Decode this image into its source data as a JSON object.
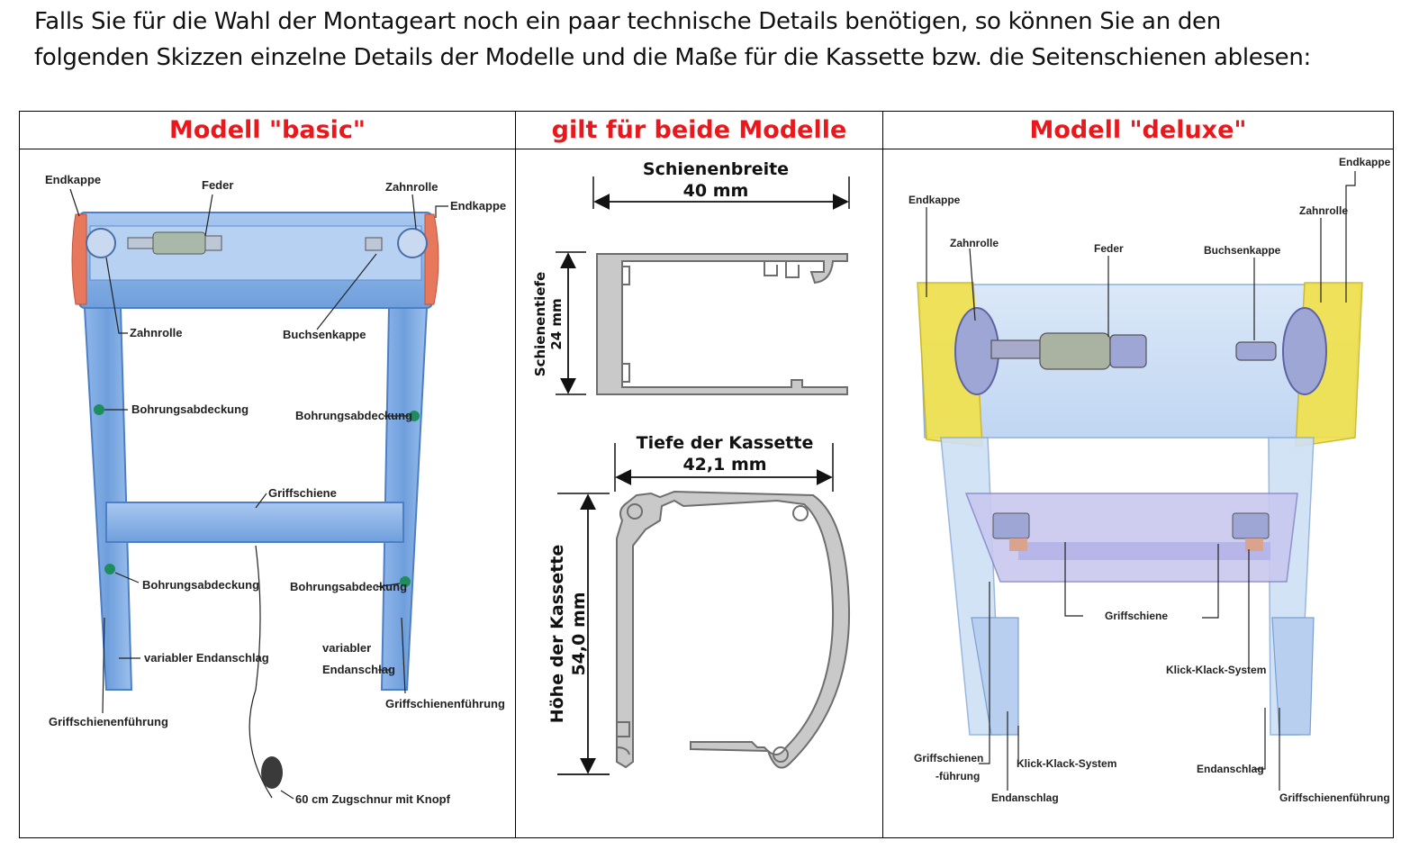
{
  "intro": {
    "line1": "Falls Sie für die Wahl der Montageart noch ein paar technische Details benötigen, so können Sie an  den",
    "line2": "folgenden Skizzen einzelne Details der Modelle und die Maße für die Kassette bzw. die Seitenschienen ablesen:"
  },
  "headers": {
    "left": "Modell \"basic\"",
    "middle": "gilt für beide Modelle",
    "right": "Modell \"deluxe\""
  },
  "basic_labels": {
    "endkappe_left": "Endkappe",
    "feder": "Feder",
    "zahnrolle_top": "Zahnrolle",
    "endkappe_right": "Endkappe",
    "zahnrolle": "Zahnrolle",
    "buchsenkappe": "Buchsenkappe",
    "bohrung_left_top": "Bohrungsabdeckung",
    "bohrung_right_top": "Bohrungsabdeckung",
    "griffschiene": "Griffschiene",
    "bohrung_left_bottom": "Bohrungsabdeckung",
    "bohrung_right_bottom": "Bohrungsabdeckung",
    "variabler_endanschlag": "variabler Endanschlag",
    "variabler_l1": "variabler",
    "variabler_l2": "Endanschlag",
    "griffschienenfuehrung_left": "Griffschienenführung",
    "griffschienenfuehrung_right": "Griffschienenführung",
    "zugschnur": "60 cm Zugschnur mit Knopf"
  },
  "profile": {
    "rail_title": "Schienenbreite",
    "rail_width": "40 mm",
    "rail_depth_label": "Schienentiefe",
    "rail_depth": "24 mm",
    "cassette_title": "Tiefe der Kassette",
    "cassette_depth": "42,1 mm",
    "cassette_height_label": "Höhe der Kassette",
    "cassette_height": "54,0 mm"
  },
  "deluxe_labels": {
    "endkappe_left": "Endkappe",
    "endkappe_right": "Endkappe",
    "zahnrolle_left": "Zahnrolle",
    "feder": "Feder",
    "buchsenkappe": "Buchsenkappe",
    "zahnrolle_right": "Zahnrolle",
    "griffschiene": "Griffschiene",
    "klick_klack_right": "Klick-Klack-System",
    "griffschienen_l1": "Griffschienen",
    "griffschienen_l2": "-führung",
    "klick_klack_bottom": "Klick-Klack-System",
    "endanschlag_bottom": "Endanschlag",
    "endanschlag_right": "Endanschlag",
    "griffschienenfuehrung": "Griffschienenführung"
  },
  "colors": {
    "header_red": "#e8181c",
    "frame_blue": "#6f9fdc",
    "endcap_orange": "#e8785c",
    "cap_yellow": "#f2e24a",
    "glass_blue": "#c8dcf4",
    "profile_gray": "#8c8c8c"
  }
}
